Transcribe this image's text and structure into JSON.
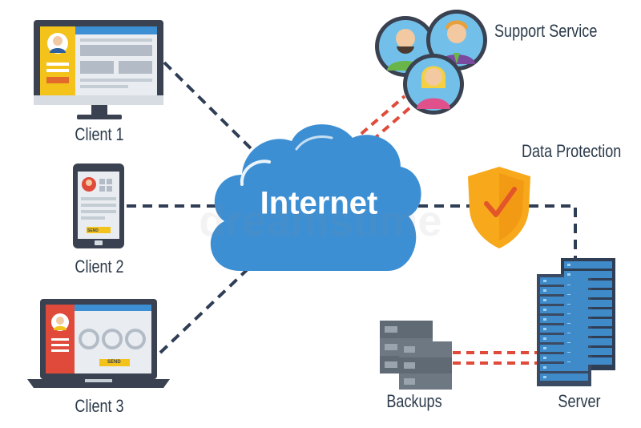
{
  "diagram": {
    "center": {
      "label": "Internet"
    },
    "watermark": "dreamstime",
    "clients": [
      {
        "label": "Client 1",
        "device": "desktop-monitor"
      },
      {
        "label": "Client 2",
        "device": "smartphone",
        "button": "SEND"
      },
      {
        "label": "Client 3",
        "device": "laptop",
        "button": "SEND"
      }
    ],
    "support": {
      "label": "Support Service"
    },
    "protection": {
      "label": "Data Protection",
      "icon": "shield-check-icon"
    },
    "backups": {
      "label": "Backups"
    },
    "server": {
      "label": "Server"
    }
  },
  "colors": {
    "cloud": "#3d8fd4",
    "cloud_light": "#5aa7e2",
    "dashed_dark": "#2f3e55",
    "dashed_red": "#e04a3a",
    "shield": "#f7a81b",
    "shield_check": "#e2562a",
    "server_blue": "#3f8ac9",
    "text": "#2b3a4a"
  }
}
